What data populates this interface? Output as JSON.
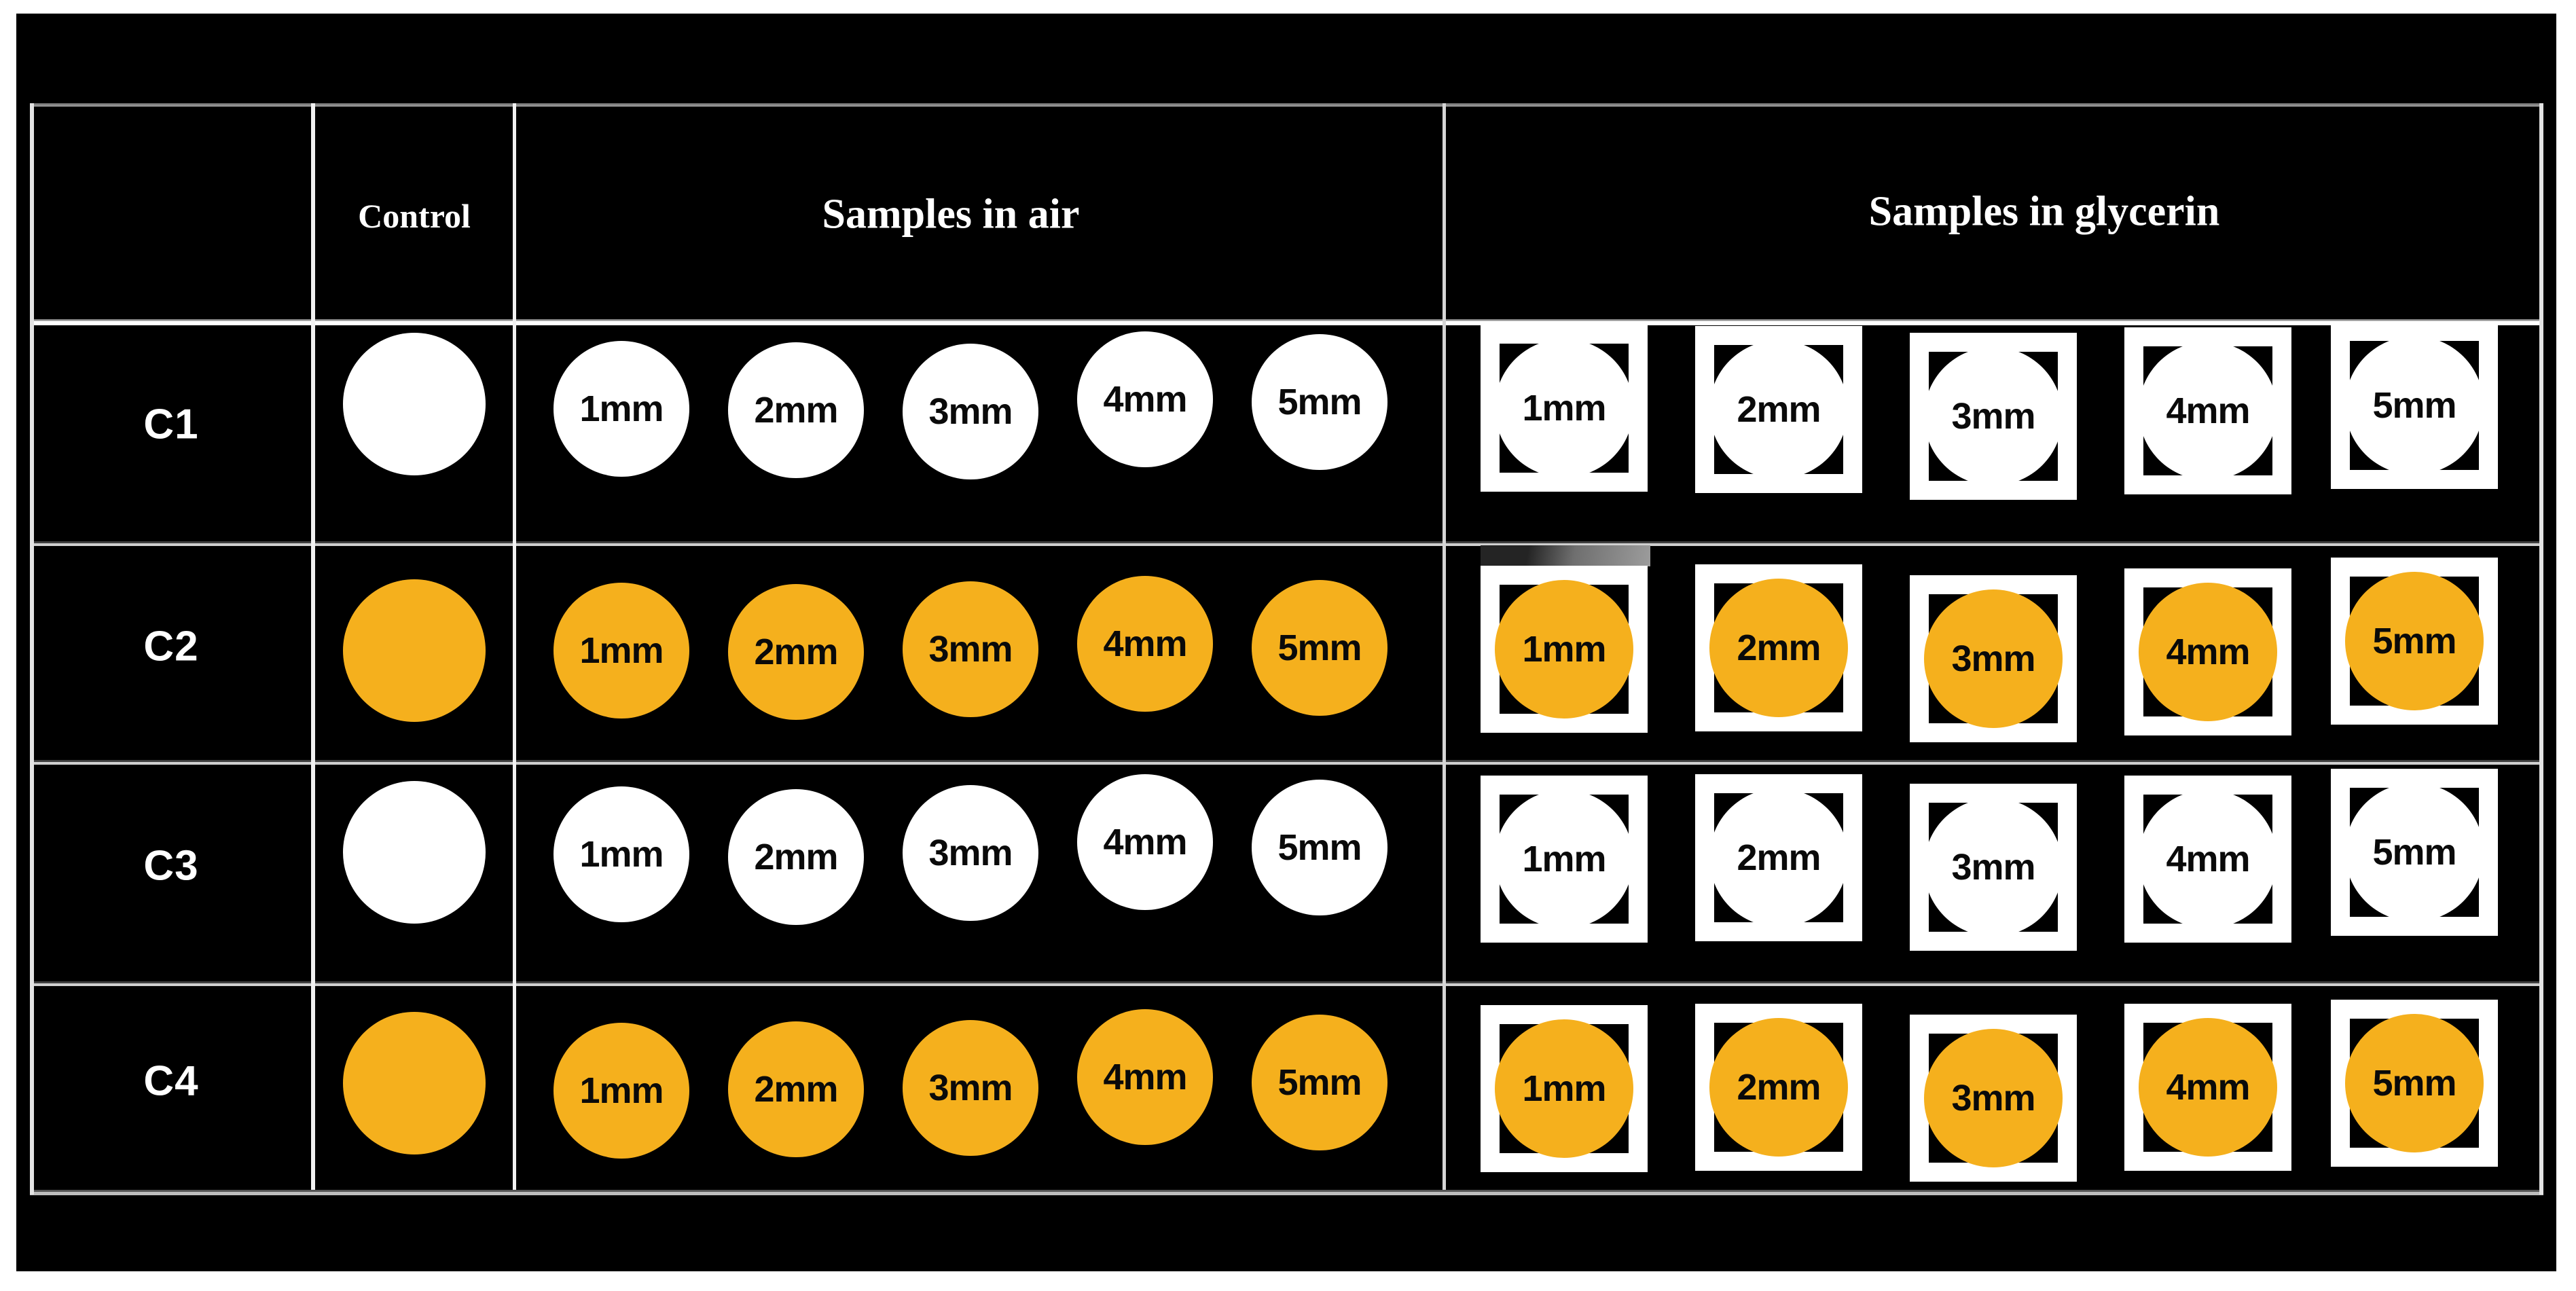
{
  "figure": {
    "header": {
      "control": "Control",
      "air": "Samples in air",
      "glycerin": "Samples in glycerin"
    },
    "rows": [
      {
        "label": "C1",
        "sample_color": "#ffffff",
        "air_labels": [
          "1mm",
          "2mm",
          "3mm",
          "4mm",
          "5mm"
        ],
        "glycerin_labels": [
          "1mm",
          "2mm",
          "3mm",
          "4mm",
          "5mm"
        ]
      },
      {
        "label": "C2",
        "sample_color": "#f5b01d",
        "air_labels": [
          "1mm",
          "2mm",
          "3mm",
          "4mm",
          "5mm"
        ],
        "glycerin_labels": [
          "1mm",
          "2mm",
          "3mm",
          "4mm",
          "5mm"
        ]
      },
      {
        "label": "C3",
        "sample_color": "#ffffff",
        "air_labels": [
          "1mm",
          "2mm",
          "3mm",
          "4mm",
          "5mm"
        ],
        "glycerin_labels": [
          "1mm",
          "2mm",
          "3mm",
          "4mm",
          "5mm"
        ]
      },
      {
        "label": "C4",
        "sample_color": "#f5b01d",
        "air_labels": [
          "1mm",
          "2mm",
          "3mm",
          "4mm",
          "5mm"
        ],
        "glycerin_labels": [
          "1mm",
          "2mm",
          "3mm",
          "4mm",
          "5mm"
        ]
      }
    ],
    "colors": {
      "background": "#000000",
      "sample_white": "#ffffff",
      "sample_orange": "#f5b01d",
      "frame_white": "#ffffff",
      "size_label_text": "#0a0a0a"
    }
  }
}
